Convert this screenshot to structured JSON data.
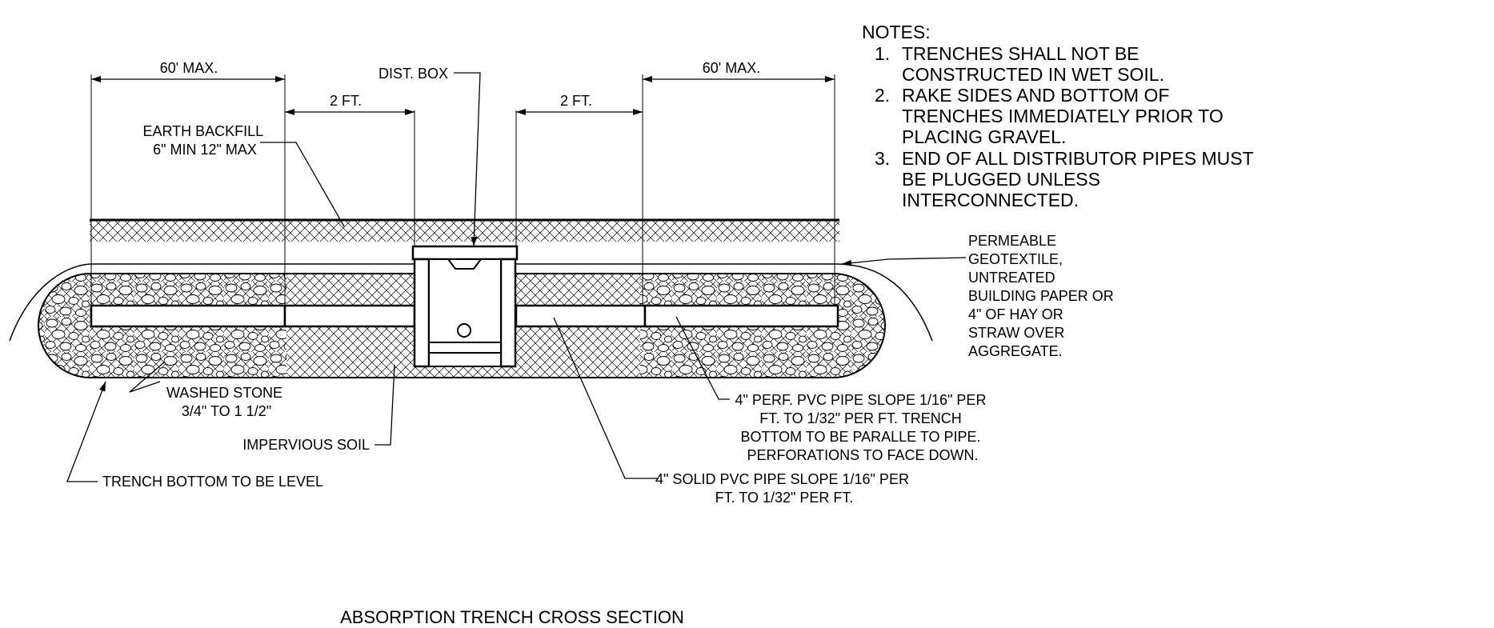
{
  "colors": {
    "line": "#000000",
    "background": "#ffffff"
  },
  "title": "ABSORPTION TRENCH CROSS SECTION",
  "notes": {
    "heading": "NOTES:",
    "items": [
      {
        "number": "1.",
        "lines": [
          "TRENCHES SHALL NOT BE",
          "CONSTRUCTED IN WET SOIL."
        ]
      },
      {
        "number": "2.",
        "lines": [
          "RAKE SIDES AND BOTTOM OF",
          "TRENCHES IMMEDIATELY PRIOR TO",
          "PLACING GRAVEL."
        ]
      },
      {
        "number": "3.",
        "lines": [
          "END OF ALL DISTRIBUTOR PIPES MUST",
          "BE PLUGGED UNLESS",
          "INTERCONNECTED."
        ]
      }
    ]
  },
  "dimensions": {
    "left_max": "60' MAX.",
    "left_gap": "2 FT.",
    "right_gap": "2 FT.",
    "right_max": "60' MAX."
  },
  "labels": {
    "dist_box": "DIST. BOX",
    "earth_backfill": [
      "EARTH BACKFILL",
      "6\" MIN 12\" MAX"
    ],
    "geotextile": [
      "PERMEABLE",
      "GEOTEXTILE,",
      "UNTREATED",
      "BUILDING PAPER OR",
      "4\" OF HAY OR",
      "STRAW OVER",
      "AGGREGATE."
    ],
    "washed_stone": [
      "WASHED STONE",
      "3/4\" TO 1 1/2\""
    ],
    "impervious_soil": "IMPERVIOUS SOIL",
    "trench_bottom": "TRENCH BOTTOM TO BE LEVEL",
    "perf_pipe": [
      "4\" PERF. PVC PIPE SLOPE 1/16\" PER",
      "FT. TO 1/32\" PER FT. TRENCH",
      "BOTTOM TO BE PARALLE TO PIPE.",
      "PERFORATIONS TO FACE DOWN."
    ],
    "solid_pipe": [
      "4\" SOLID PVC PIPE SLOPE 1/16\" PER",
      "FT. TO 1/32\" PER FT."
    ]
  }
}
